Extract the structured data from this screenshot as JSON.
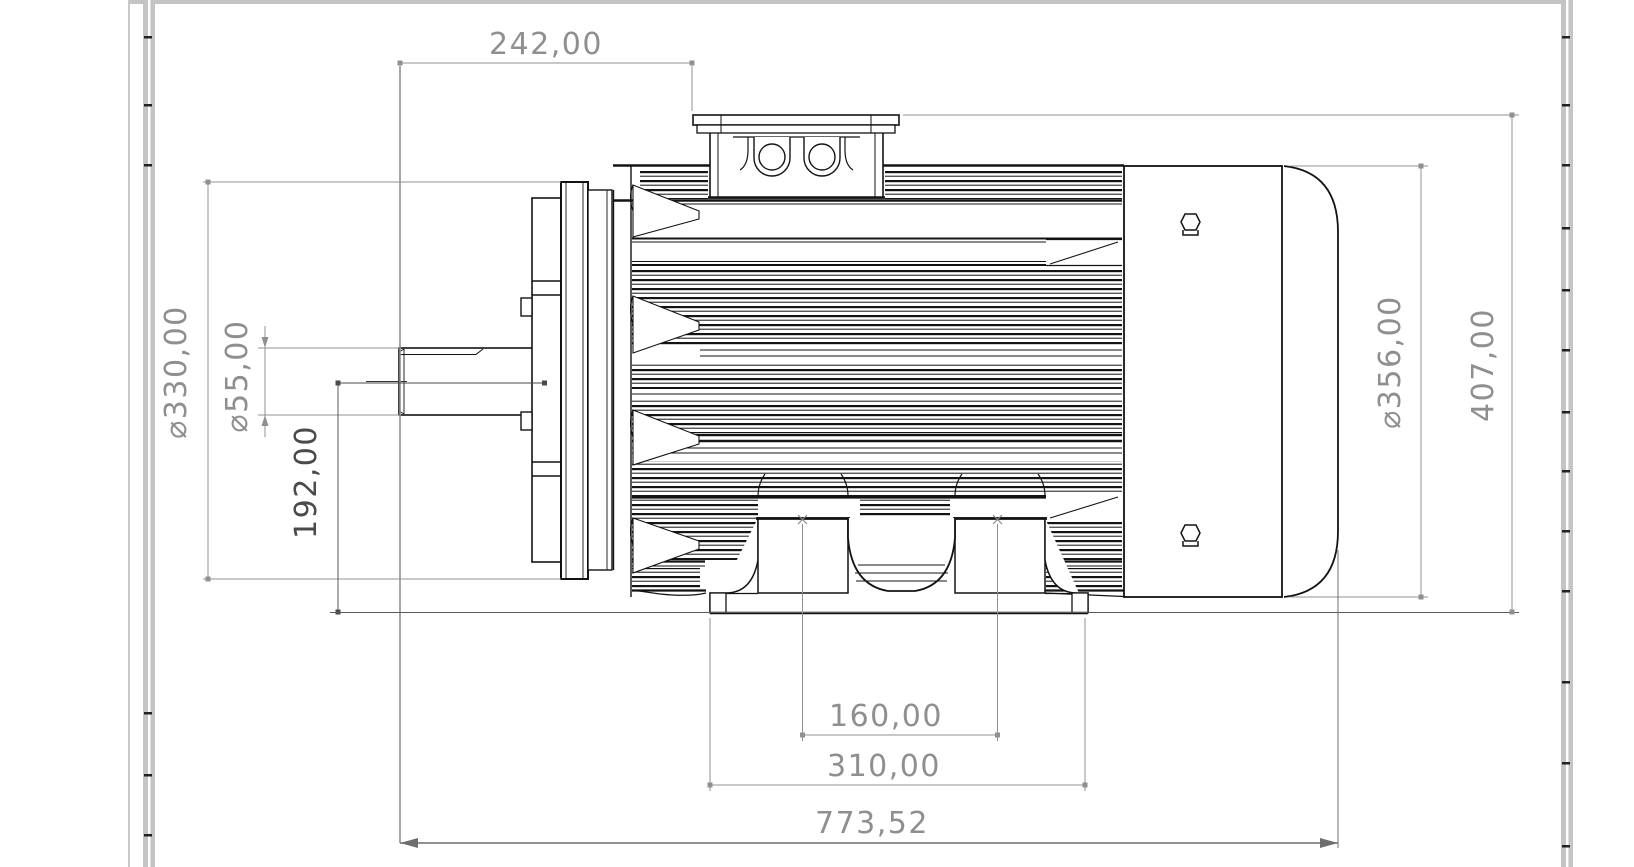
{
  "drawing": {
    "type": "cad-engineering-drawing",
    "subject": "electric-motor-side-view",
    "colors": {
      "geometry": "#111111",
      "dimension_lines": "#909090",
      "dimension_text": "#8f8f8f",
      "dimension_text_dark": "#4a4a4a",
      "sheet_border": "#c4c4c4",
      "background": "#ffffff"
    },
    "dimensions": {
      "shaft_end_to_terminal_box": "242,00",
      "flange_diameter": "⌀330,00",
      "shaft_diameter": "⌀55,00",
      "shaft_center_to_base": "192,00",
      "frame_diameter": "⌀356,00",
      "overall_height": "407,00",
      "foot_hole_spacing": "160,00",
      "foot_length": "310,00",
      "overall_length": "773,52"
    }
  }
}
